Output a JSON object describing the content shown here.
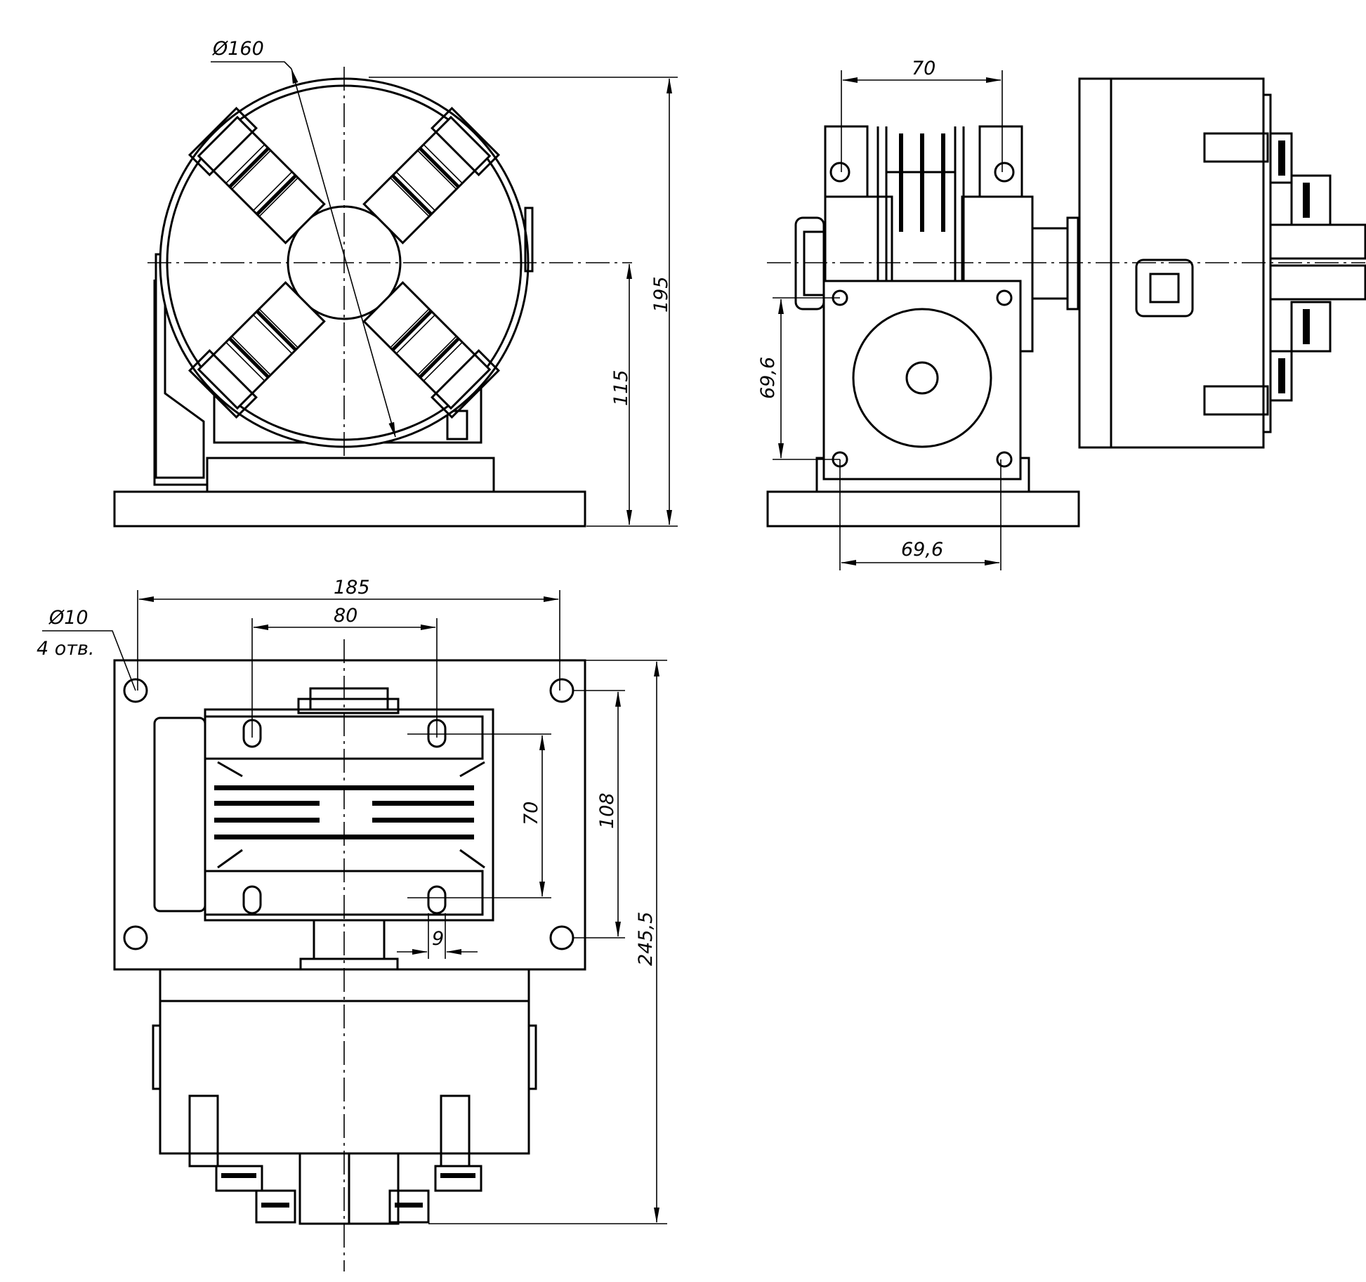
{
  "drawing": {
    "front_view": {
      "dim_diameter": "Ø160",
      "dim_height_total": "195",
      "dim_axis_height": "115"
    },
    "side_view": {
      "dim_width_top": "70",
      "dim_height_left": "69,6",
      "dim_width_bottom": "69,6"
    },
    "top_view": {
      "dim_hole_diameter": "Ø10",
      "dim_hole_count": "4 отв.",
      "dim_width_overall": "185",
      "dim_width_inner": "80",
      "dim_height_inner": "70",
      "dim_height_holes": "108",
      "dim_length_total": "245,5",
      "dim_slot": "9"
    }
  }
}
